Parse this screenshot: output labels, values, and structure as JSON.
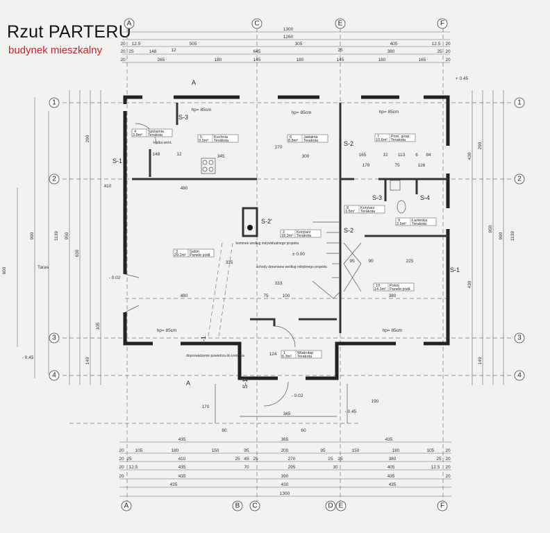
{
  "header": {
    "title": "Rzut PARTERU",
    "subtitle": "budynek mieszkalny"
  },
  "axes": {
    "top": [
      "A",
      "C",
      "E",
      "F"
    ],
    "bottom": [
      "A",
      "B",
      "C",
      "D",
      "E",
      "F"
    ],
    "side": [
      "1",
      "2",
      "3",
      "4"
    ]
  },
  "rooms": [
    {
      "no": "1",
      "name": "Wiatrołap",
      "area": "6.3m²",
      "floor": "Terakota"
    },
    {
      "no": "2",
      "name": "Korytarz",
      "area": "18.3m²",
      "floor": "Terakota"
    },
    {
      "no": "3",
      "name": "Salon",
      "area": "29.2m²",
      "floor": "Panele podł."
    },
    {
      "no": "4",
      "name": "Spiżarnia",
      "area": "3.8m²",
      "floor": "Terakota"
    },
    {
      "no": "5",
      "name": "Kuchnia",
      "area": "9.3m²",
      "floor": "Terakota"
    },
    {
      "no": "6",
      "name": "Jadalnia",
      "area": "8.8m²",
      "floor": "Terakota"
    },
    {
      "no": "7",
      "name": "Pom. gosp.",
      "area": "10.6m²",
      "floor": "Terakota"
    },
    {
      "no": "8",
      "name": "Korytarz",
      "area": "3.5m²",
      "floor": "Terakota"
    },
    {
      "no": "9",
      "name": "Łazienka",
      "area": "3.5m²",
      "floor": "Terakota"
    },
    {
      "no": "10",
      "name": "Pokój",
      "area": "14.3m²",
      "floor": "Panele podł."
    }
  ],
  "labels": {
    "s1": "S-1",
    "s2": "S-2",
    "s3": "S-3",
    "s4": "S-4",
    "s2p": "S-2'",
    "hp": "hp= 85cm",
    "section": "A",
    "kominek": "kominek według indywidualnego projektu",
    "schody": "schody drewniane według odrębnego projektu",
    "level0": "± 0.00",
    "level_m002": "- 0.02",
    "level_m045": "- 0.45",
    "level_p045": "+ 0.45",
    "taras": "Taras",
    "doprowadzenie": "doprowadzenie powietrza do kominka",
    "kratka": "kratka went."
  },
  "dims": {
    "top": [
      [
        "1300"
      ],
      [
        "1260"
      ],
      [
        "20",
        "12.5",
        "505",
        "305",
        "405",
        "12.5",
        "20"
      ],
      [
        "20",
        "25",
        "148",
        "12",
        "645",
        "25",
        "380",
        "25",
        "20"
      ],
      [
        "20",
        "265",
        "180",
        "145",
        "180",
        "145",
        "180",
        "165",
        "20"
      ]
    ],
    "bottom": [
      [
        "435",
        "365",
        "435"
      ],
      [
        "20",
        "105",
        "180",
        "150",
        "95",
        "200",
        "95",
        "150",
        "180",
        "105",
        "20"
      ],
      [
        "20",
        "25",
        "410",
        "25",
        "45",
        "25",
        "270",
        "25",
        "25",
        "380",
        "25",
        "20"
      ],
      [
        "20",
        "12.5",
        "435",
        "70",
        "295",
        "30",
        "405",
        "12.5",
        "20"
      ],
      [
        "20",
        "435",
        "390",
        "435",
        "20"
      ],
      [
        "435",
        "430",
        "435"
      ],
      [
        "1300"
      ]
    ],
    "interior": [
      "148",
      "345",
      "300",
      "12",
      "410",
      "480",
      "480",
      "75",
      "100",
      "380",
      "165",
      "12",
      "113",
      "6",
      "84",
      "179",
      "75",
      "126",
      "225",
      "90",
      "95",
      "124",
      "345",
      "80",
      "60",
      "270",
      "335",
      "333",
      "190",
      "170"
    ],
    "left": [
      "990",
      "1139",
      "950",
      "630",
      "600",
      "290",
      "149",
      "105"
    ],
    "right": [
      "430",
      "290",
      "950",
      "1139",
      "990",
      "430",
      "149"
    ]
  }
}
